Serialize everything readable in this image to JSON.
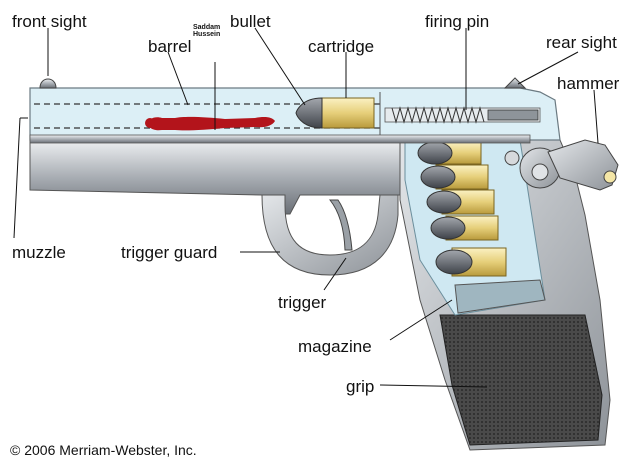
{
  "labels": {
    "front_sight": "front sight",
    "barrel": "barrel",
    "bullet": "bullet",
    "cartridge": "cartridge",
    "firing_pin": "firing pin",
    "rear_sight": "rear sight",
    "hammer": "hammer",
    "muzzle": "muzzle",
    "trigger_guard": "trigger guard",
    "trigger": "trigger",
    "magazine": "magazine",
    "grip": "grip"
  },
  "annotation": {
    "line1": "Saddam",
    "line2": "Hussein"
  },
  "copyright": "© 2006 Merriam-Webster, Inc.",
  "colors": {
    "slide_fill": "#cfe8f2",
    "metal_dark": "#5a5f66",
    "metal_light": "#c9cdd2",
    "brass": "#e9d58a",
    "bullet_gray": "#6c7078",
    "figure_red": "#b3141b",
    "grip_dark": "#3b3b3b"
  }
}
